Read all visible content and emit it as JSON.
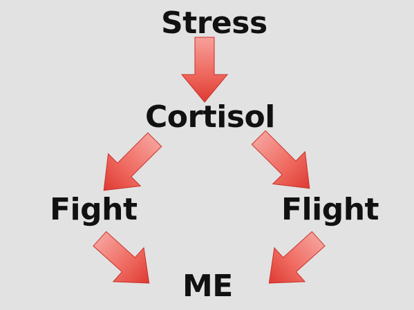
{
  "nodes": {
    "stress": "Stress",
    "cortisol": "Cortisol",
    "fight": "Fight",
    "flight": "Flight",
    "me": "ME"
  },
  "colors": {
    "background": "#e2e2e2",
    "text": "#111111",
    "arrow_light": "#f6a09a",
    "arrow_dark": "#dd3a32",
    "arrow_stroke": "#c93028"
  },
  "arrows": [
    {
      "from": "Stress",
      "to": "Cortisol"
    },
    {
      "from": "Cortisol",
      "to": "Fight"
    },
    {
      "from": "Cortisol",
      "to": "Flight"
    },
    {
      "from": "Fight",
      "to": "ME"
    },
    {
      "from": "Flight",
      "to": "ME"
    }
  ]
}
